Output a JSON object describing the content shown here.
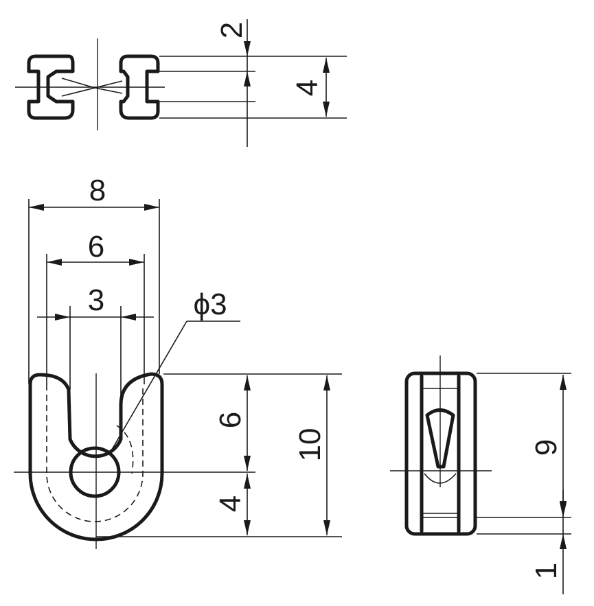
{
  "drawing": {
    "dimensions": {
      "top_gap": "2",
      "top_height": "4",
      "width_outer": "8",
      "width_mid": "6",
      "width_slot": "3",
      "hole_diameter": "ϕ3",
      "slot_depth": "6",
      "height_total": "10",
      "lower_height": "4",
      "side_height": "9",
      "side_base": "1"
    }
  }
}
